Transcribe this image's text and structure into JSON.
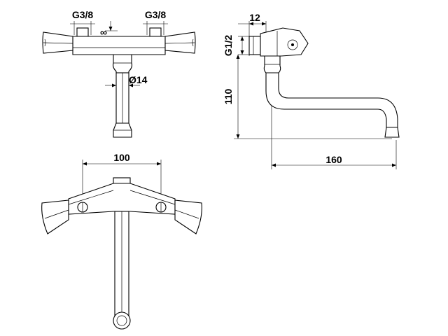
{
  "dimensions": {
    "inlet_left_thread": "G3/8",
    "inlet_right_thread": "G3/8",
    "inlet_offset_symbol": "∞",
    "spout_diameter": "Ø14",
    "connection_thread": "G1/2",
    "connection_length": "12",
    "spout_height": "110",
    "spout_reach": "160",
    "center_distance": "100"
  }
}
